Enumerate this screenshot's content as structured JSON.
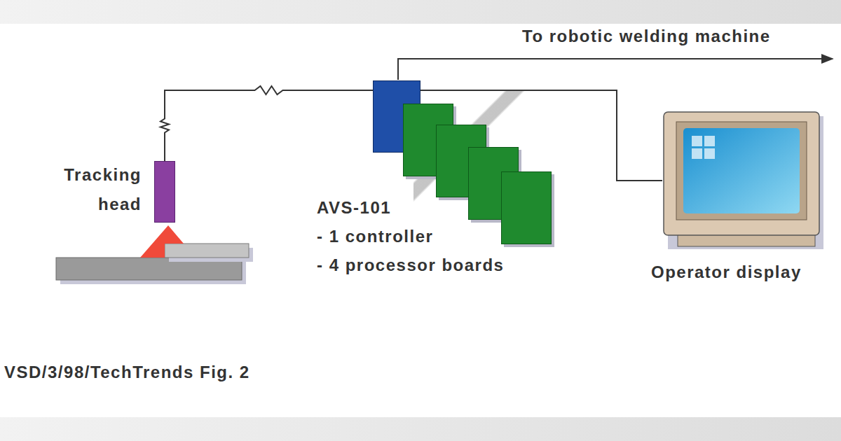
{
  "diagram": {
    "caption": "VSD/3/98/TechTrends Fig. 2",
    "nodes": [
      {
        "text": [
          "Tracking head"
        ]
      },
      {
        "text": [
          "AVS-101",
          "- 1 controller",
          "- 4 processor boards"
        ]
      },
      {
        "text": [
          "Operator display"
        ]
      }
    ],
    "edges": [
      {
        "from": 0,
        "to": 1,
        "arrow": "none"
      },
      {
        "from": 1,
        "to": 2,
        "arrow": "none"
      }
    ],
    "labels": [
      "To robotic welding machine"
    ]
  }
}
